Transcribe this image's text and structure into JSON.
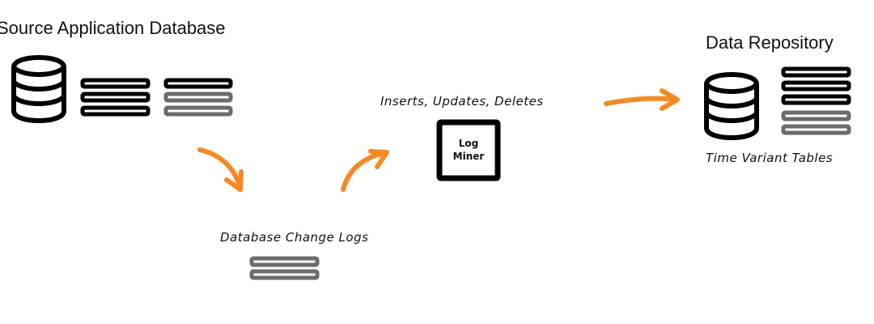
{
  "source": {
    "title": "Source Application Database"
  },
  "change_logs": {
    "label": "Database Change Logs"
  },
  "log_miner": {
    "operations": "Inserts, Updates, Deletes",
    "line1": "Log",
    "line2": "Miner"
  },
  "repository": {
    "title": "Data Repository",
    "tables_label": "Time Variant Tables"
  },
  "colors": {
    "arrow": "#f7891f",
    "dark": "#000000",
    "gray": "#6b6b6b"
  }
}
